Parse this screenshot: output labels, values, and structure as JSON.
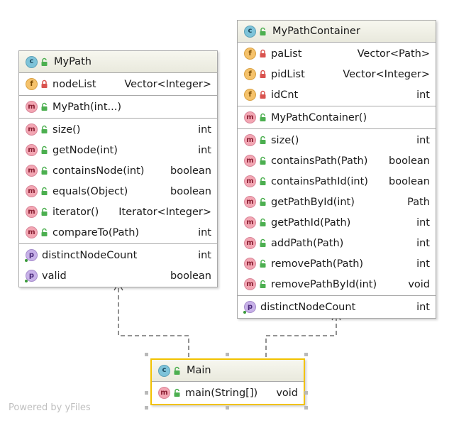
{
  "classes": [
    {
      "id": "mypath",
      "name": "MyPath",
      "sections": [
        [
          {
            "kind": "f",
            "vis": "private",
            "name": "nodeList",
            "type": "Vector<Integer>"
          }
        ],
        [
          {
            "kind": "m",
            "vis": "public",
            "name": "MyPath(int...)",
            "type": ""
          }
        ],
        [
          {
            "kind": "m",
            "vis": "public",
            "name": "size()",
            "type": "int"
          },
          {
            "kind": "m",
            "vis": "public",
            "name": "getNode(int)",
            "type": "int"
          },
          {
            "kind": "m",
            "vis": "public",
            "name": "containsNode(int)",
            "type": "boolean"
          },
          {
            "kind": "m",
            "vis": "public",
            "name": "equals(Object)",
            "type": "boolean"
          },
          {
            "kind": "m",
            "vis": "public",
            "name": "iterator()",
            "type": "Iterator<Integer>"
          },
          {
            "kind": "m",
            "vis": "public",
            "name": "compareTo(Path)",
            "type": "int"
          }
        ],
        [
          {
            "kind": "p",
            "vis": "none",
            "name": "distinctNodeCount",
            "type": "int"
          },
          {
            "kind": "p",
            "vis": "none",
            "name": "valid",
            "type": "boolean"
          }
        ]
      ]
    },
    {
      "id": "mypathcontainer",
      "name": "MyPathContainer",
      "sections": [
        [
          {
            "kind": "f",
            "vis": "private",
            "name": "paList",
            "type": "Vector<Path>"
          },
          {
            "kind": "f",
            "vis": "private",
            "name": "pidList",
            "type": "Vector<Integer>"
          },
          {
            "kind": "f",
            "vis": "private",
            "name": "idCnt",
            "type": "int"
          }
        ],
        [
          {
            "kind": "m",
            "vis": "public",
            "name": "MyPathContainer()",
            "type": ""
          }
        ],
        [
          {
            "kind": "m",
            "vis": "public",
            "name": "size()",
            "type": "int"
          },
          {
            "kind": "m",
            "vis": "public",
            "name": "containsPath(Path)",
            "type": "boolean"
          },
          {
            "kind": "m",
            "vis": "public",
            "name": "containsPathId(int)",
            "type": "boolean"
          },
          {
            "kind": "m",
            "vis": "public",
            "name": "getPathById(int)",
            "type": "Path"
          },
          {
            "kind": "m",
            "vis": "public",
            "name": "getPathId(Path)",
            "type": "int"
          },
          {
            "kind": "m",
            "vis": "public",
            "name": "addPath(Path)",
            "type": "int"
          },
          {
            "kind": "m",
            "vis": "public",
            "name": "removePath(Path)",
            "type": "int"
          },
          {
            "kind": "m",
            "vis": "public",
            "name": "removePathById(int)",
            "type": "void"
          }
        ],
        [
          {
            "kind": "p",
            "vis": "none",
            "name": "distinctNodeCount",
            "type": "int"
          }
        ]
      ]
    },
    {
      "id": "main",
      "name": "Main",
      "selected": true,
      "sections": [
        [
          {
            "kind": "m",
            "vis": "public",
            "name": "main(String[])",
            "type": "void"
          }
        ]
      ]
    }
  ],
  "badge_letters": {
    "c": "c",
    "f": "f",
    "m": "m",
    "p": "p"
  },
  "colors": {
    "border": "#a9a9a9",
    "selection": "#f2c200",
    "edge": "#555555",
    "private_lock": "#d9534f",
    "public_lock": "#4caf50"
  },
  "watermark": "Powered by yFiles"
}
